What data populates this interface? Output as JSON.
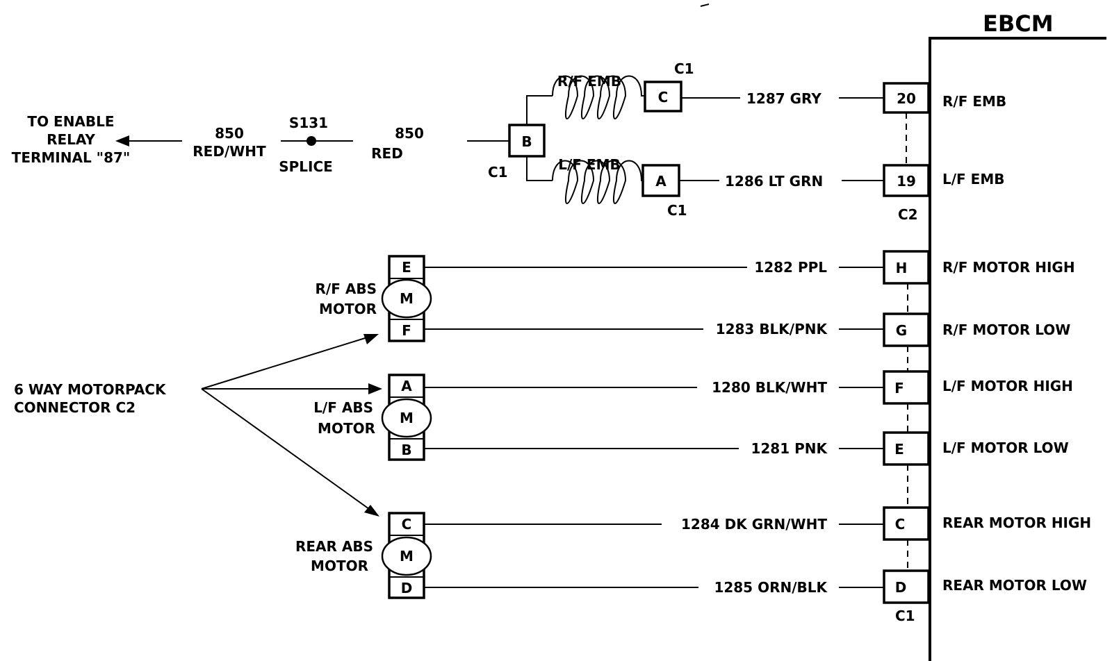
{
  "module": {
    "name": "EBCM"
  },
  "left_feed": {
    "destination": [
      "TO ENABLE",
      "RELAY",
      "TERMINAL \"87\""
    ],
    "wire_in": {
      "number": "850",
      "color": "RED/WHT"
    },
    "splice": {
      "id": "S131",
      "label": "SPLICE"
    },
    "wire_out": {
      "number": "850",
      "color": "RED"
    }
  },
  "emb": {
    "input_pin": "B",
    "input_connector": "C1",
    "coils": [
      {
        "name": "R/F EMB",
        "pin": "C",
        "pin_connector": "C1",
        "wire": "1287 GRY",
        "ebcm_pin": "20",
        "ebcm_label": "R/F EMB"
      },
      {
        "name": "L/F EMB",
        "pin": "A",
        "pin_connector": "C1",
        "wire": "1286 LT GRN",
        "ebcm_pin": "19",
        "ebcm_label": "L/F EMB"
      }
    ],
    "ebcm_connector": "C2"
  },
  "motorpack": {
    "label": [
      "6 WAY MOTORPACK",
      "CONNECTOR C2"
    ],
    "motor_symbol": "M",
    "motors": [
      {
        "label": [
          "R/F ABS",
          "MOTOR"
        ],
        "pins": [
          {
            "pin": "E",
            "wire": "1282 PPL",
            "ebcm_pin": "H",
            "ebcm_label": "R/F MOTOR HIGH"
          },
          {
            "pin": "F",
            "wire": "1283 BLK/PNK",
            "ebcm_pin": "G",
            "ebcm_label": "R/F MOTOR LOW"
          }
        ]
      },
      {
        "label": [
          "L/F ABS",
          "MOTOR"
        ],
        "pins": [
          {
            "pin": "A",
            "wire": "1280 BLK/WHT",
            "ebcm_pin": "F",
            "ebcm_label": "L/F MOTOR HIGH"
          },
          {
            "pin": "B",
            "wire": "1281 PNK",
            "ebcm_pin": "E",
            "ebcm_label": "L/F MOTOR LOW"
          }
        ]
      },
      {
        "label": [
          "REAR ABS",
          "MOTOR"
        ],
        "pins": [
          {
            "pin": "C",
            "wire": "1284 DK GRN/WHT",
            "ebcm_pin": "C",
            "ebcm_label": "REAR MOTOR HIGH"
          },
          {
            "pin": "D",
            "wire": "1285 ORN/BLK",
            "ebcm_pin": "D",
            "ebcm_label": "REAR MOTOR LOW"
          }
        ]
      }
    ],
    "ebcm_connector": "C1"
  },
  "colors": {
    "ink": "#000000",
    "paper": "#ffffff"
  }
}
